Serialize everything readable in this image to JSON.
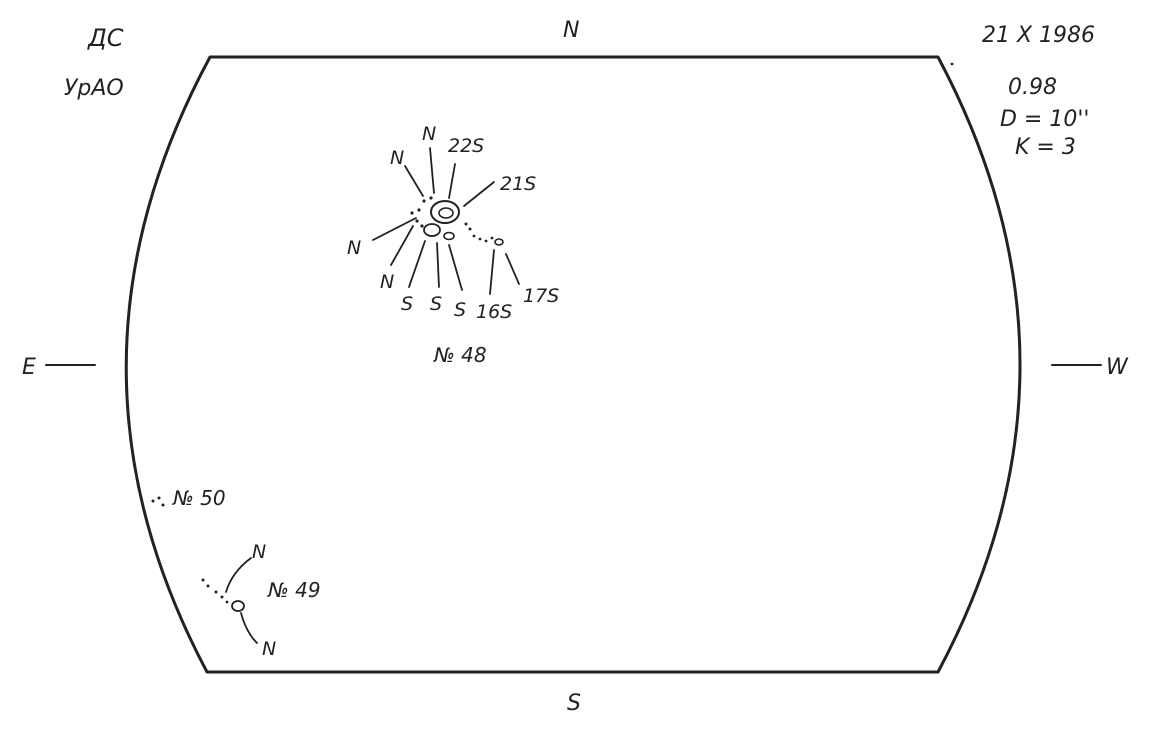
{
  "header": {
    "observer_code": "ДС",
    "observatory": "УрАО",
    "date": "21 X 1986",
    "phase_value": "0.98",
    "diameter": "D = 10''",
    "quality": "K = 3"
  },
  "directions": {
    "north": "N",
    "south": "S",
    "east": "E",
    "west": "W"
  },
  "group_48": {
    "label": "№ 48",
    "polarity_labels": {
      "n1": "N",
      "n2": "N",
      "label_22s": "22S",
      "label_21s": "21S",
      "n3": "N",
      "n4": "N",
      "s1": "S",
      "s2": "S",
      "s3": "S",
      "label_16s": "16S",
      "label_17s": "17S"
    }
  },
  "group_49": {
    "label": "№ 49",
    "polarity_labels": {
      "n_top": "N",
      "n_bottom": "N"
    }
  },
  "group_50": {
    "label": "№ 50"
  },
  "colors": {
    "ink": "#222222",
    "paper": "#ffffff"
  }
}
